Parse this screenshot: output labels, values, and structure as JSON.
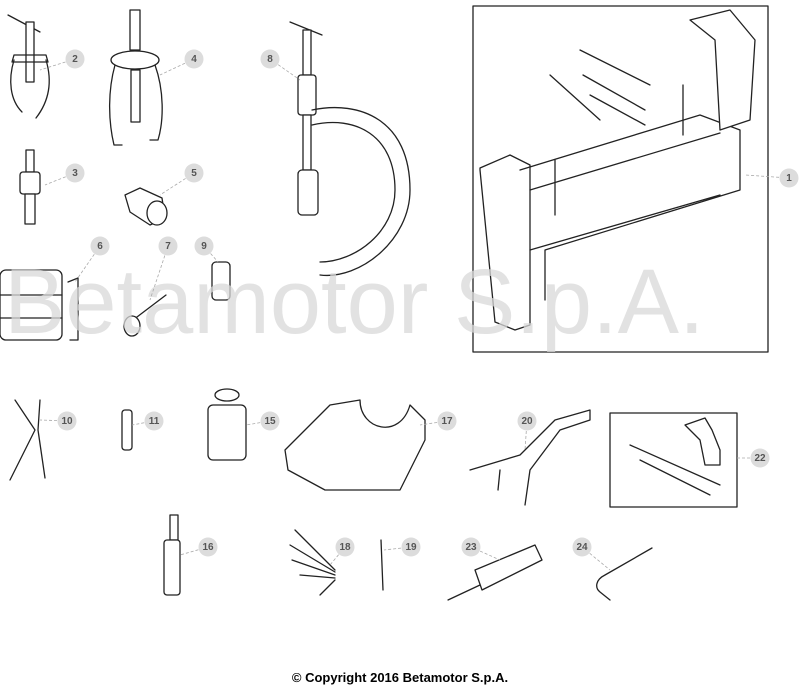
{
  "watermark": "Betamotor S.p.A.",
  "copyright": "© Copyright 2016 Betamotor S.p.A.",
  "callouts": [
    "1",
    "2",
    "3",
    "4",
    "5",
    "6",
    "7",
    "8",
    "9",
    "10",
    "11",
    "15",
    "16",
    "17",
    "18",
    "19",
    "20",
    "22",
    "23",
    "24"
  ],
  "colors": {
    "callout_fill": "#dcdcdc",
    "callout_text": "#555555",
    "line": "#222222",
    "watermark": "#d8d8d8"
  }
}
